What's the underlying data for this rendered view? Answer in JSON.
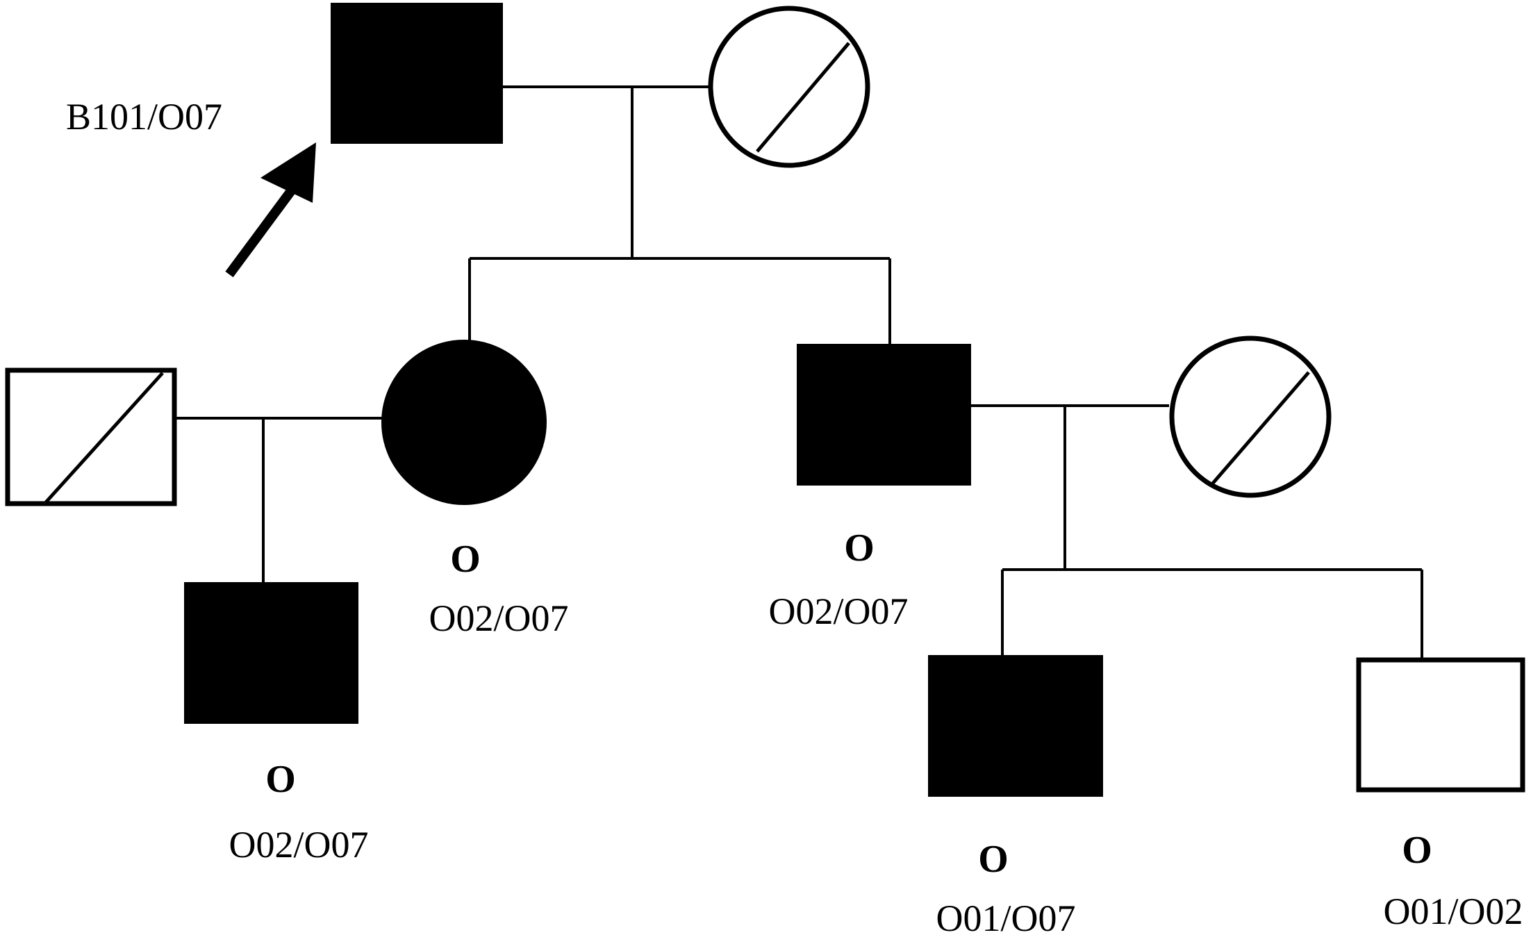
{
  "colors": {
    "affected": "#000000",
    "unaffected": "#ffffff",
    "line": "#000000"
  },
  "proband": {
    "genotype": "B101/O07",
    "marker": "arrow-icon",
    "sex": "male",
    "status": "affected"
  },
  "proband_spouse": {
    "sex": "female",
    "status": "not-tested"
  },
  "daughter": {
    "sex": "female",
    "status": "affected",
    "phenotype": "O",
    "genotype": "O02/O07"
  },
  "daughter_spouse": {
    "sex": "male",
    "status": "not-tested"
  },
  "grandson_1": {
    "sex": "male",
    "status": "affected",
    "phenotype": "O",
    "genotype": "O02/O07"
  },
  "son": {
    "sex": "male",
    "status": "affected",
    "phenotype": "O",
    "genotype": "O02/O07"
  },
  "son_spouse": {
    "sex": "female",
    "status": "not-tested"
  },
  "grandson_2": {
    "sex": "male",
    "status": "affected",
    "phenotype": "O",
    "genotype": "O01/O07"
  },
  "grandson_3": {
    "sex": "male",
    "status": "unaffected",
    "phenotype": "O",
    "genotype": "O01/O02"
  }
}
